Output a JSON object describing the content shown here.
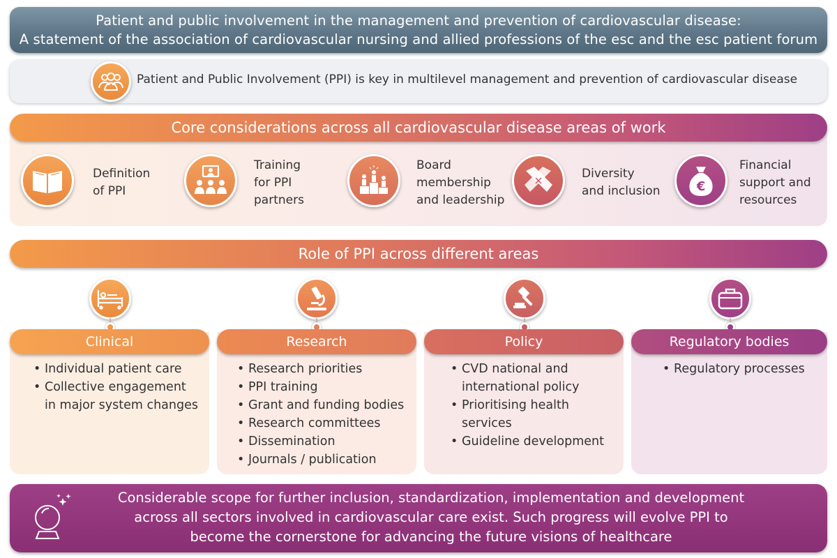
{
  "title": {
    "line1": "Patient and public involvement in the management and prevention of cardiovascular disease:",
    "line2": "A statement of the association of cardiovascular nursing and allied professions of the esc and the esc patient forum"
  },
  "key_statement": "Patient and Public Involvement (PPI) is key in multilevel management and prevention of cardiovascular disease",
  "core": {
    "header": "Core considerations across all cardiovascular disease areas of work",
    "items": [
      {
        "icon": "book-icon",
        "lines": [
          "Definition",
          "of PPI"
        ]
      },
      {
        "icon": "training-icon",
        "lines": [
          "Training",
          "for PPI",
          "partners"
        ]
      },
      {
        "icon": "podium-icon",
        "lines": [
          "Board",
          "membership",
          "and leadership"
        ]
      },
      {
        "icon": "hands-icon",
        "lines": [
          "Diversity",
          "and inclusion"
        ]
      },
      {
        "icon": "money-bag-icon",
        "lines": [
          "Financial",
          "support and",
          "resources"
        ],
        "symbol": "€"
      }
    ]
  },
  "role": {
    "header": "Role of PPI across different areas",
    "areas": [
      {
        "icon": "hospital-bed-icon",
        "name": "Clinical",
        "items": [
          "Individual patient care",
          "Collective engagement",
          "in major system changes"
        ]
      },
      {
        "icon": "microscope-icon",
        "name": "Research",
        "items": [
          "Research priorities",
          "PPI training",
          "Grant and funding bodies",
          "Research committees",
          "Dissemination",
          "Journals / publication"
        ]
      },
      {
        "icon": "gavel-icon",
        "name": "Policy",
        "items": [
          "CVD national and",
          "international policy",
          "Prioritising health",
          "services",
          "Guideline development"
        ]
      },
      {
        "icon": "briefcase-icon",
        "name": "Regulatory bodies",
        "items": [
          "Regulatory processes"
        ]
      }
    ]
  },
  "bottom": {
    "icon": "crystal-ball-icon",
    "line1": "Considerable scope for further inclusion, standardization, implementation and development",
    "line2": "across all sectors involved in cardiovascular care exist. Such progress will evolve PPI to",
    "line3": "become the cornerstone for advancing the future visions of healthcare"
  },
  "colors": {
    "orange": "#f39a4a",
    "coral": "#e07b5c",
    "rose": "#c45878",
    "purple": "#9e3f86",
    "slate": "#5f7788"
  }
}
